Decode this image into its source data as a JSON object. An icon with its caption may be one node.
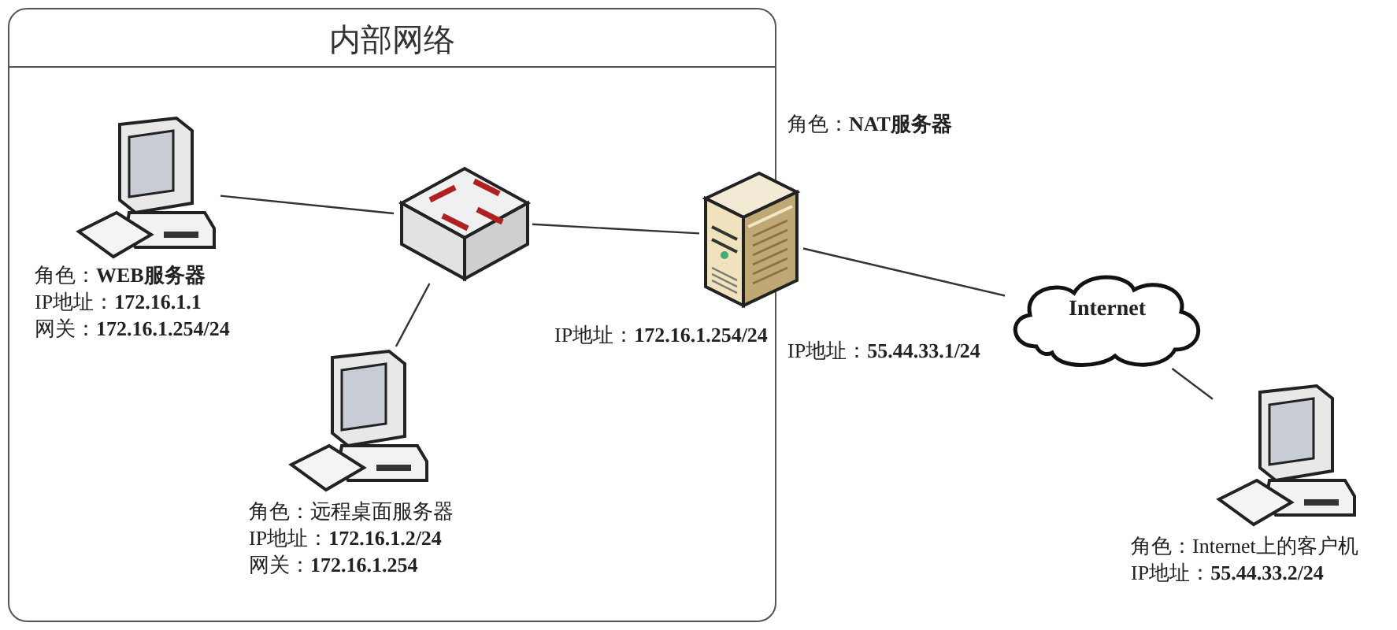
{
  "diagram": {
    "nodes": [
      {
        "text": [
          "内部网络"
        ]
      },
      {
        "text": [],
        "shape": "picture",
        "in": 0,
        "beside": [
          "角色：**WEB服务器**",
          "IP地址：**172.16.1.1**",
          "网关：**172.16.1.254/24**"
        ]
      },
      {
        "text": [],
        "shape": "picture",
        "in": 0
      },
      {
        "text": [],
        "shape": "picture",
        "in": 0,
        "beside": [
          "角色：远程桌面服务器",
          "IP地址：**172.16.1.2/24**",
          "网关：**172.16.1.254**"
        ]
      },
      {
        "text": [],
        "shape": "picture",
        "beside": [
          "角色：**NAT服务器**",
          "IP地址：**172.16.1.254/24**",
          "IP地址：**55.44.33.1/24**"
        ]
      },
      {
        "text": [
          "Internet"
        ]
      },
      {
        "text": [],
        "shape": "picture",
        "beside": [
          "角色：Internet上的客户机",
          "IP地址：**55.44.33.2/24**"
        ]
      }
    ],
    "edges": [
      {
        "from": 1,
        "to": 2,
        "arrow": "none"
      },
      {
        "from": 2,
        "to": 4,
        "arrow": "none"
      },
      {
        "from": 2,
        "to": 3,
        "arrow": "none"
      },
      {
        "from": 4,
        "to": 5,
        "arrow": "none"
      },
      {
        "from": 5,
        "to": 6,
        "arrow": "none"
      }
    ]
  }
}
